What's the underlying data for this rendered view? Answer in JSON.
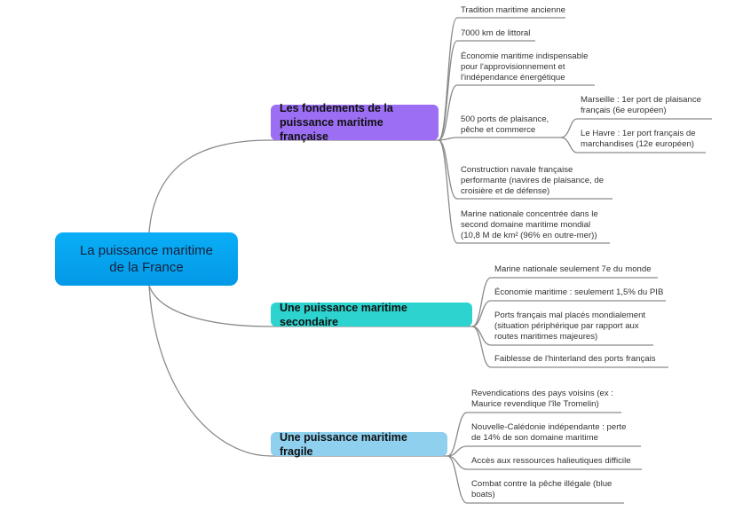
{
  "central_topic": "La puissance maritime\nde la France",
  "branches": [
    {
      "label": "Les fondements de la\npuissance maritime française",
      "color": "#9b6ef3",
      "leaves": [
        "Tradition maritime ancienne",
        "7000 km de littoral",
        "Économie maritime indispensable\npour l'approvisionnement et\nl'indépendance énergétique",
        "500 ports de plaisance,\npêche et commerce",
        "Construction navale française\nperformante (navires de plaisance, de\ncroisière et de défense)",
        "Marine nationale concentrée dans le\nsecond domaine maritime mondial\n(10,8 M de km² (96% en outre-mer))"
      ],
      "sub_leaves": [
        "Marseille : 1er port de plaisance\nfrançais (6e européen)",
        "Le Havre : 1er port français de\nmarchandises (12e européen)"
      ]
    },
    {
      "label": "Une puissance maritime secondaire",
      "color": "#2dd4cf",
      "leaves": [
        "Marine nationale seulement 7e du monde",
        "Économie maritime : seulement 1,5% du PIB",
        "Ports français mal placés mondialement\n(situation périphérique par rapport aux\nroutes maritimes majeures)",
        "Faiblesse de l'hinterland des ports français"
      ]
    },
    {
      "label": "Une puissance maritime fragile",
      "color": "#8fd0ee",
      "leaves": [
        "Revendications des pays voisins (ex :\nMaurice revendique l'île Tromelin)",
        "Nouvelle-Calédonie indépendante : perte\nde 14% de son domaine maritime",
        "Accès aux ressources halieutiques difficile",
        "Combat contre la pêche illégale (blue\nboats)"
      ]
    }
  ]
}
